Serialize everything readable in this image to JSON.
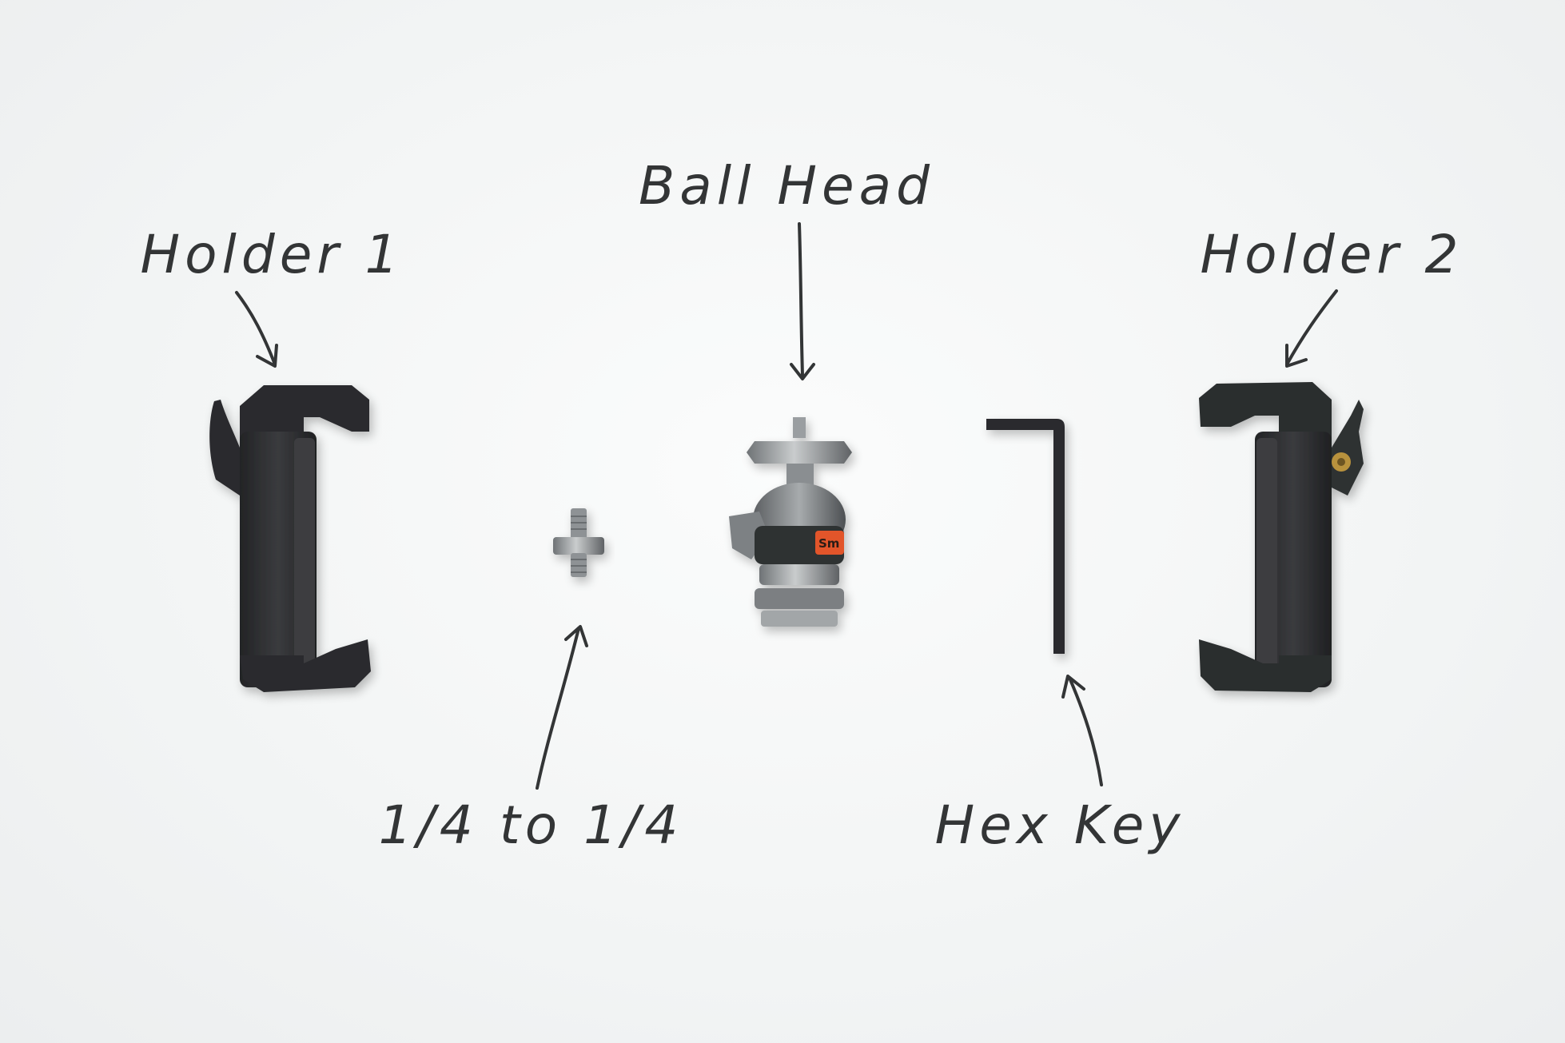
{
  "labels": {
    "holder_1": "Holder 1",
    "ball_head": "Ball Head",
    "holder_2": "Holder 2",
    "screw_adapter": "1/4 to 1/4",
    "hex_key": "Hex Key"
  },
  "brand_mark": "Sm",
  "colors": {
    "background": "#f3f5f5",
    "ink": "#333536",
    "holder_body": "#2c2d2f",
    "metal": "#8d9194",
    "accent": "#e2552a"
  }
}
